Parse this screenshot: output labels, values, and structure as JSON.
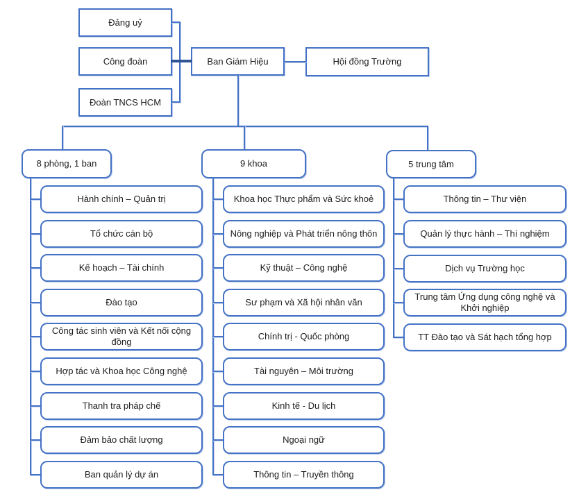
{
  "palette": {
    "box_border": "#4472C4",
    "connector": "#4472C4",
    "connector_thick": "#2F5597",
    "shadow": "#BCCBEC",
    "text": "#1C1C1C",
    "background": "#FFFFFF"
  },
  "top": {
    "dang_uy": "Đảng uỷ",
    "cong_doan": "Công đoàn",
    "doan_tncs": "Đoàn TNCS HCM",
    "ban_giam_hieu": "Ban Giám Hiệu",
    "hoi_dong_truong": "Hội đồng Trường"
  },
  "branches": [
    {
      "header": "8 phòng, 1 ban",
      "items": [
        "Hành chính – Quản trị",
        "Tổ chức cán bộ",
        "Kế hoạch – Tài chính",
        "Đào tạo",
        "Công tác sinh viên và Kết nối cộng đồng",
        "Hợp tác và Khoa học Công nghệ",
        "Thanh tra pháp chế",
        "Đảm bảo chất lượng",
        "Ban quản lý dự án"
      ]
    },
    {
      "header": "9 khoa",
      "items": [
        "Khoa học Thực phẩm và Sức khoẻ",
        "Nông nghiệp và Phát triển nông thôn",
        "Kỹ thuật – Công nghệ",
        "Sư phạm và Xã hội nhân văn",
        "Chính trị - Quốc phòng",
        "Tài nguyên – Môi trường",
        "Kinh tế - Du lịch",
        "Ngoại ngữ",
        "Thông tin – Truyền thông"
      ]
    },
    {
      "header": "5 trung tâm",
      "items": [
        "Thông tin – Thư viện",
        "Quản lý thực hành – Thí nghiệm",
        "Dịch vụ Trường học",
        "Trung tâm Ứng dụng công nghệ và Khởi nghiệp",
        "TT Đào tạo và Sát hạch tổng hợp"
      ]
    }
  ]
}
